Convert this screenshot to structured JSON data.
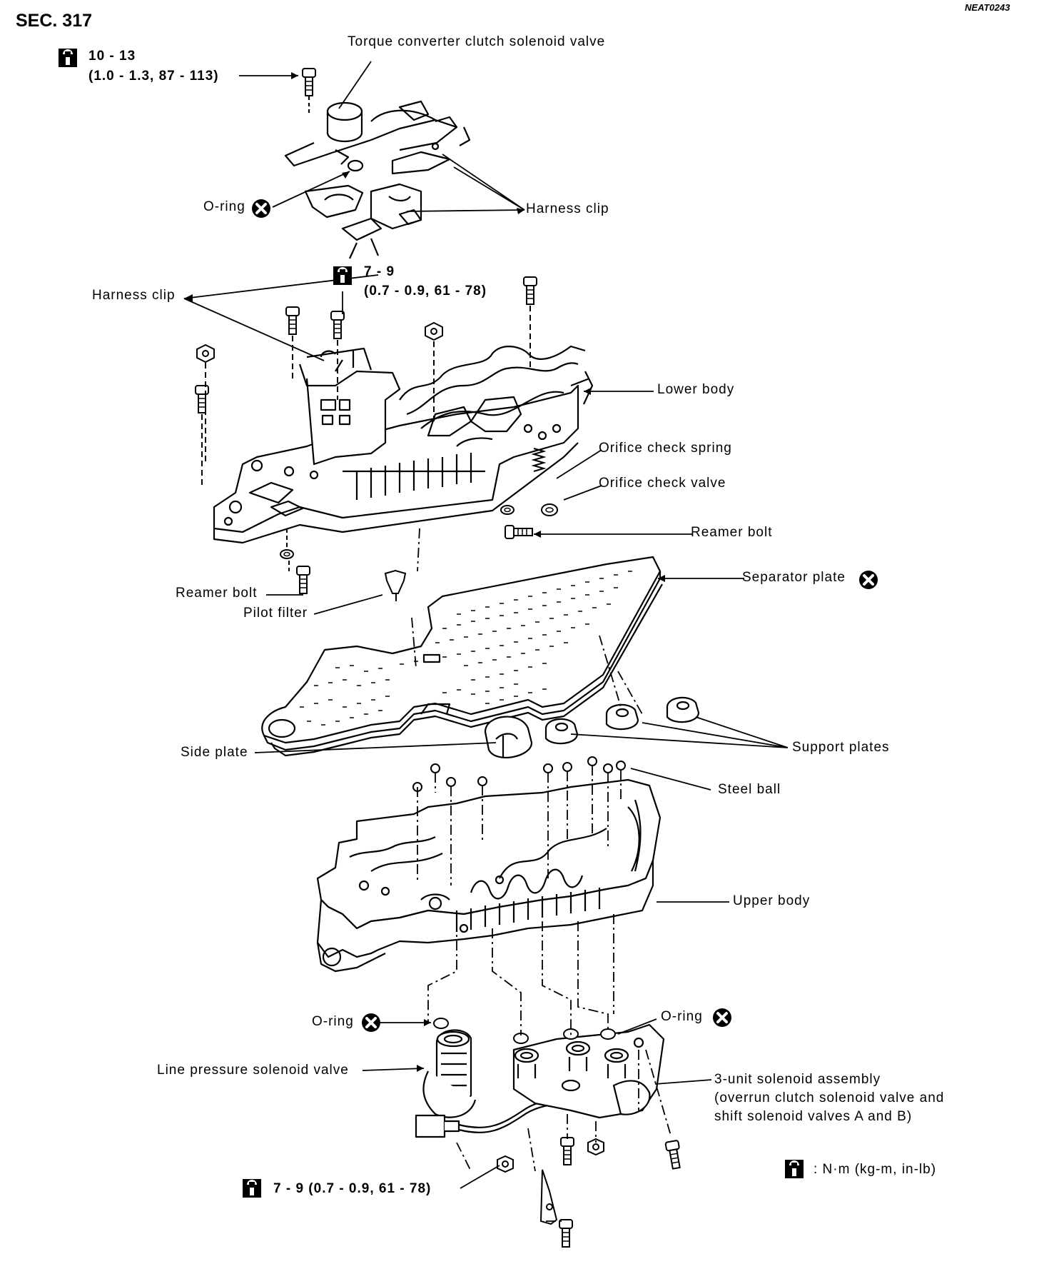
{
  "header": {
    "section": "SEC. 317",
    "reference": "NEAT0243"
  },
  "torques": {
    "top_value": "10 - 13",
    "top_detail": "(1.0 - 1.3, 87 - 113)",
    "mid_value": "7 - 9",
    "mid_detail": "(0.7 - 0.9, 61 - 78)",
    "bottom": "7 - 9 (0.7 - 0.9, 61 - 78)"
  },
  "labels": {
    "tcc_valve": "Torque converter clutch solenoid valve",
    "oring_top": "O-ring",
    "harness_clip_right": "Harness clip",
    "harness_clip_left": "Harness clip",
    "lower_body": "Lower body",
    "orifice_spring": "Orifice check spring",
    "orifice_valve": "Orifice check valve",
    "reamer_bolt_right": "Reamer bolt",
    "reamer_bolt_left": "Reamer bolt",
    "separator_plate": "Separator plate",
    "pilot_filter": "Pilot filter",
    "side_plate": "Side plate",
    "support_plates": "Support plates",
    "steel_ball": "Steel ball",
    "upper_body": "Upper body",
    "oring_left": "O-ring",
    "oring_right": "O-ring",
    "line_pressure_valve": "Line pressure solenoid valve",
    "unit_assembly_1": "3-unit solenoid assembly",
    "unit_assembly_2": "(overrun clutch solenoid valve and",
    "unit_assembly_3": "shift solenoid valves A and B)"
  },
  "legend": {
    "unit": ": N·m (kg-m, in-lb)"
  },
  "icons": [
    "torque-wrench-icon",
    "replace-part-icon"
  ]
}
